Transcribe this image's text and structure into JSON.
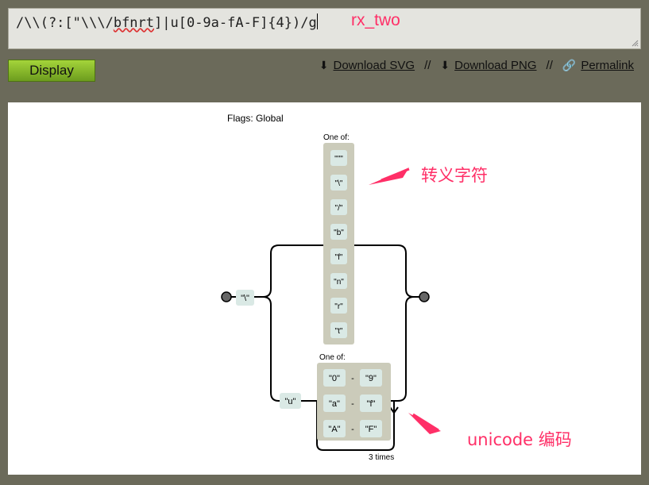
{
  "input": {
    "part1": "/\\\\(?:[\"\\\\\\/",
    "spell": "bfnrt",
    "part2": "]|u[0-9a-fA-F]{4})/g"
  },
  "annotations": {
    "rx_label": "rx_two",
    "escape_label": "转义字符",
    "unicode_label": "unicode 编码"
  },
  "toolbar": {
    "display": "Display",
    "download_svg": "Download SVG",
    "download_png": "Download PNG",
    "permalink": "Permalink",
    "separator": "//"
  },
  "diagram": {
    "flags": "Flags: Global",
    "backslash_literal": "\"\\\"",
    "u_literal": "\"u\"",
    "one_of_label": "One of:",
    "escape_chars": [
      "\"\"\"",
      "\"\\\"",
      "\"/\"",
      "\"b\"",
      "\"f\"",
      "\"n\"",
      "\"r\"",
      "\"t\""
    ],
    "hex_ranges": [
      {
        "from": "\"0\"",
        "dash": "-",
        "to": "\"9\""
      },
      {
        "from": "\"a\"",
        "dash": "-",
        "to": "\"f\""
      },
      {
        "from": "\"A\"",
        "dash": "-",
        "to": "\"F\""
      }
    ],
    "repeat_label": "3 times"
  },
  "colors": {
    "annotation": "#ff2f67",
    "display_button": "#8cc63f",
    "background": "#6b6a5a"
  }
}
